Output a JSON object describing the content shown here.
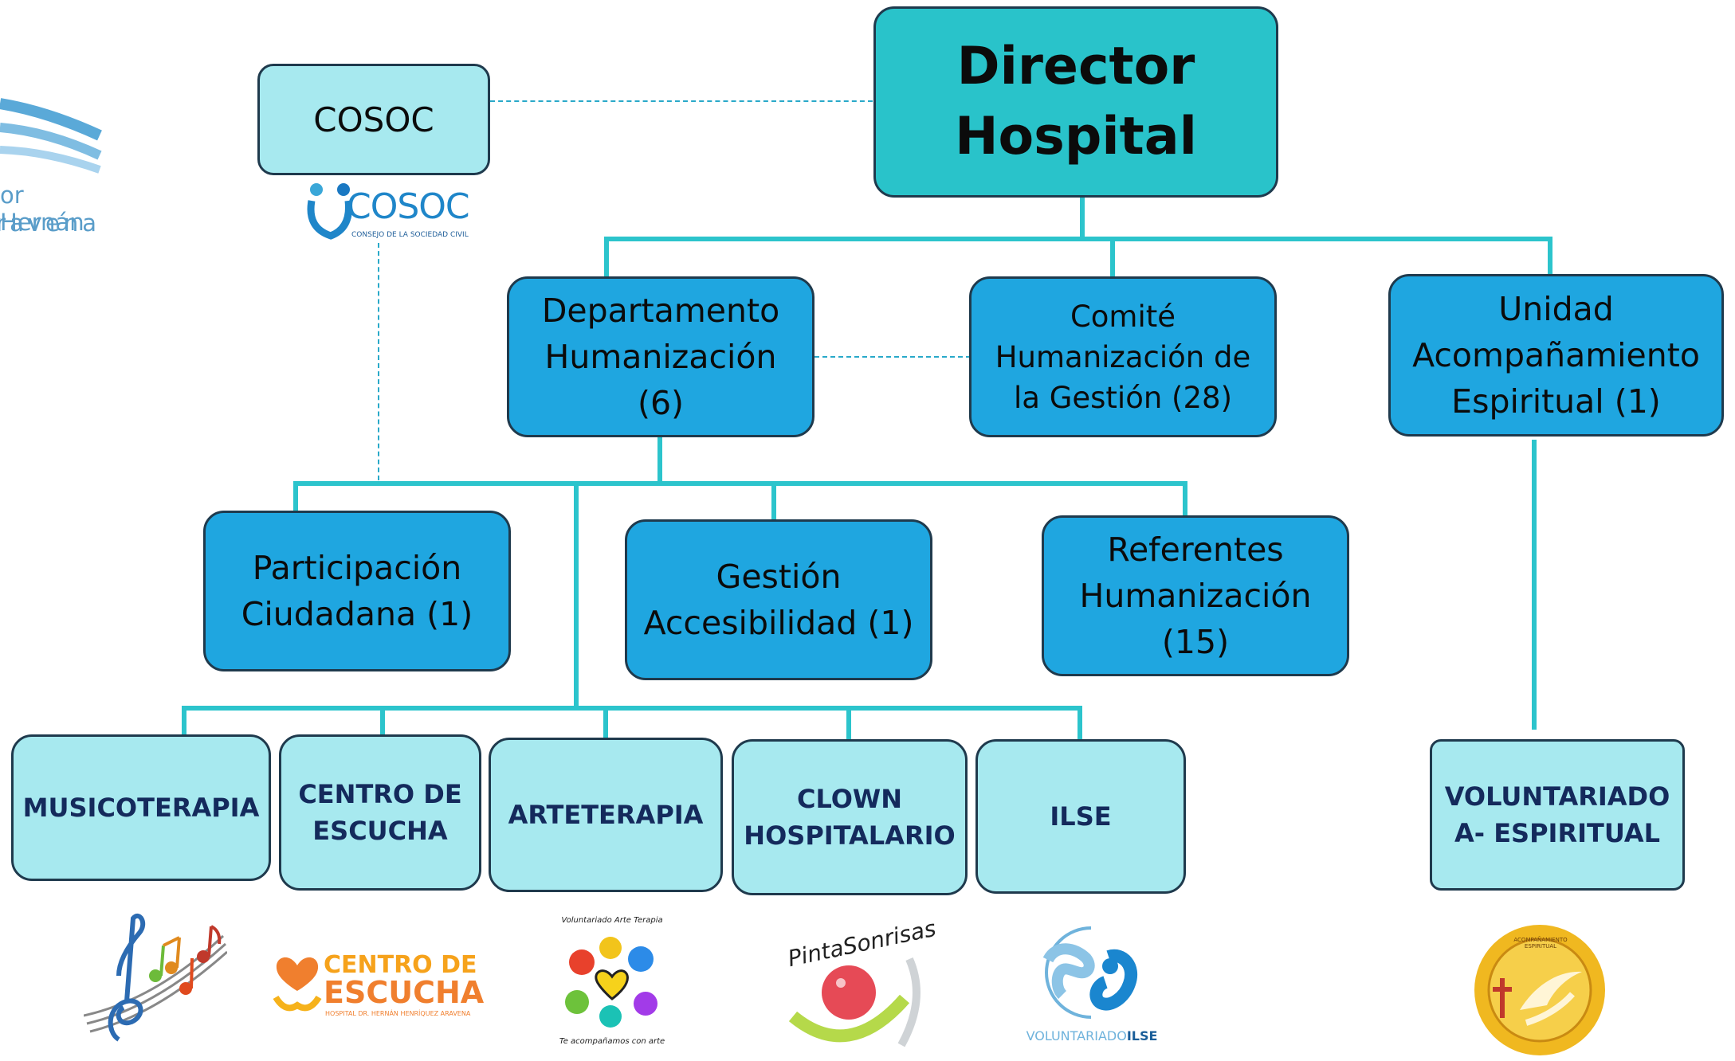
{
  "org_chart": {
    "director": "Director\nHospital",
    "cosoc": "COSOC",
    "departamento": "Departamento\nHumanización\n(6)",
    "comite": "Comité\nHumanización de\nla Gestión (28)",
    "unidad": "Unidad\nAcompañamiento\nEspiritual (1)",
    "participacion": "Participación\nCiudadana (1)",
    "gestion": "Gestión\nAccesibilidad (1)",
    "referentes": "Referentes\nHumanización\n(15)",
    "programs": {
      "musicoterapia": "MUSICOTERAPIA",
      "centro": "CENTRO DE\nESCUCHA",
      "arteterapia": "ARTETERAPIA",
      "clown": "CLOWN\nHOSPITALARIO",
      "ilse": "ILSE",
      "voluntariado": "VOLUNTARIADO\nA- ESPIRITUAL"
    }
  },
  "logos": {
    "hospital_fragment_line1": "or Hernán",
    "hospital_fragment_line2": "Aravena",
    "cosoc_word": "COSOC",
    "cosoc_sub": "CONSEJO DE LA SOCIEDAD CIVIL",
    "centro_line1": "CENTRO DE",
    "centro_line2": "ESCUCHA",
    "centro_sub": "HOSPITAL DR. HERNÁN HENRÍQUEZ ARAVENA",
    "arte_top": "Voluntariado Arte Terapia",
    "arte_bottom": "Te acompañamos con arte",
    "pinta": "PintaSonrisas",
    "ilse_label": "VOLUNTARIADO",
    "ilse_label_bold": "ILSE",
    "espiritual_ring": "ACOMPAÑAMIENTO ESPIRITUAL"
  },
  "colors": {
    "director_fill": "#29c3ca",
    "dept_fill": "#1fa6e0",
    "program_fill": "#a7e9ef",
    "connector": "#2cc4cc",
    "program_text": "#142a5c"
  }
}
